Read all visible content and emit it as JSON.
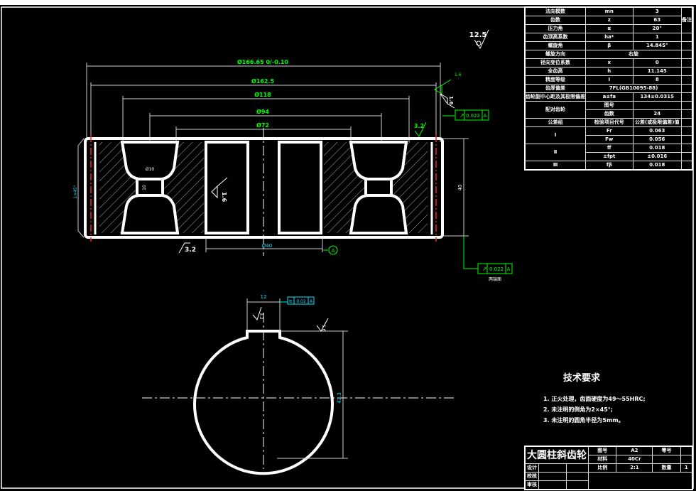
{
  "param_table": {
    "remark_label": "备注",
    "rows": [
      [
        "法向模数",
        "mn",
        "3"
      ],
      [
        "齿数",
        "z",
        "63"
      ],
      [
        "压力角",
        "α",
        "20°"
      ],
      [
        "齿顶高系数",
        "ha*",
        "1"
      ],
      [
        "螺旋角",
        "β",
        "14.845°"
      ],
      [
        "螺旋方向",
        "右旋"
      ],
      [
        "径向变位系数",
        "x",
        "0"
      ],
      [
        "全齿高",
        "h",
        "11.145"
      ],
      [
        "精度等级",
        "I",
        "8"
      ],
      [
        "齿厚偏差",
        "7FL(GB10095-88)"
      ],
      [
        "齿轮副中心距及其极限偏差",
        "a±fa",
        "134±0.0315"
      ]
    ],
    "mating_label": "配对齿轮",
    "mating_rows": [
      [
        "图号",
        ""
      ],
      [
        "齿数",
        "24"
      ]
    ],
    "tolerance_label": "公差组",
    "tolerance_head": [
      "检验项目代号",
      "公差(或极限偏差)值"
    ],
    "groups": [
      {
        "name": "Ⅰ",
        "items": [
          [
            "Fr",
            "0.063"
          ],
          [
            "Fw",
            "0.056"
          ]
        ]
      },
      {
        "name": "Ⅱ",
        "items": [
          [
            "ff",
            "0.018"
          ],
          [
            "±fpt",
            "±0.016"
          ]
        ]
      },
      {
        "name": "Ⅲ",
        "items": [
          [
            "fβ",
            "0.018"
          ]
        ]
      }
    ]
  },
  "dimensions": {
    "d_tip": "Ø166.65 0/-0.10",
    "d_1": "Ø162.5",
    "d_2": "Ø118",
    "d_3": "Ø94",
    "d_4": "Ø72",
    "width": "40",
    "hole_d": "Ø10",
    "hole_h": "10",
    "chamfer": "1×45°",
    "bore": "Ø40",
    "key_width": "12",
    "key_depth": "43.3",
    "bore_d2": "Ø40",
    "datum": "A"
  },
  "roughness": {
    "general": "12.5",
    "r1": "3.2",
    "r2": "1.6",
    "r3": "3.2",
    "r4": "1.6",
    "r5": "3.2",
    "r6": "1.6"
  },
  "tolerances": {
    "runout1_value": "0.022",
    "runout1_datum": "A",
    "runout2_value": "0.022",
    "runout2_datum": "A",
    "sym_value": "0.02",
    "sym_datum": "A",
    "runout_note": "两端面"
  },
  "tech_req": {
    "title": "技术要求",
    "items": [
      "1. 正火处理，齿面硬度为49～55HRC;",
      "2. 未注明的倒角为2×45°;",
      "3. 未注明的圆角半径为5mm。"
    ]
  },
  "title_block": {
    "name": "大圆柱斜齿轮",
    "drawing_no_label": "图号",
    "drawing_no": "A2",
    "material_label": "材料",
    "material": "40Cr",
    "scale_label": "比例",
    "scale": "2:1",
    "part_no_label": "零号",
    "qty_label": "数量",
    "qty": "1",
    "design_label": "设计",
    "check_label": "校核",
    "review_label": "审核"
  },
  "colors": {
    "line": "#ffffff",
    "dim": "#00ff00",
    "cyan": "#00e5ff",
    "center": "#ff2020"
  }
}
